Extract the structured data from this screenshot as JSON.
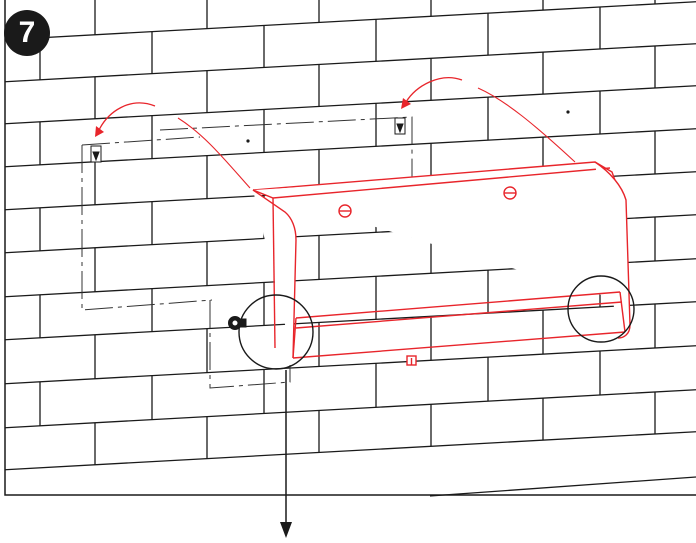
{
  "step": {
    "number": "7"
  },
  "colors": {
    "wall_line": "#1a1a1a",
    "panel": "#e8252b",
    "guide_dash": "#333333",
    "badge_bg": "#1a1a1a",
    "badge_text": "#ffffff"
  },
  "icons": [
    "brick-wall",
    "red-curved-arrow",
    "mounting-bracket",
    "wall-screw",
    "detail-circle",
    "down-arrow"
  ]
}
